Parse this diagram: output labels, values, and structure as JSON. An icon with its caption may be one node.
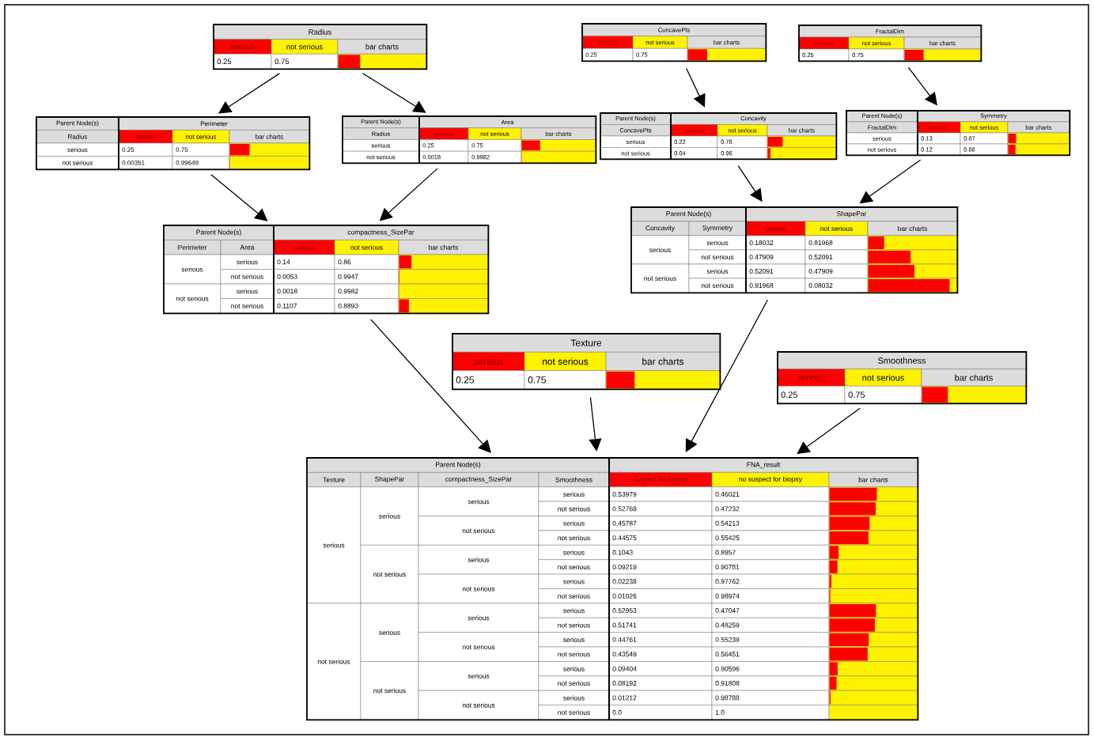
{
  "diagram": {
    "nodes": [
      {
        "text": [
          "Radius",
          "serious",
          "not serious",
          "bar charts",
          "0.25",
          "0.75"
        ]
      },
      {
        "text": [
          "ConcavePts",
          "serious",
          "not serious",
          "bar charts",
          "0.25",
          "0.75"
        ]
      },
      {
        "text": [
          "FractalDim",
          "serious",
          "not serious",
          "bar charts",
          "0.25",
          "0.75"
        ]
      },
      {
        "text": [
          "Parent Node(s)",
          "Perimeter",
          "Radius",
          "serious",
          "not serious",
          "bar charts",
          "serious",
          "0.25",
          "0.75",
          "not serious",
          "0.00351",
          "0.99649"
        ]
      },
      {
        "text": [
          "Parent Node(s)",
          "Area",
          "Radius",
          "serious",
          "not serious",
          "bar charts",
          "serious",
          "0.25",
          "0.75",
          "not serious",
          "0.0018",
          "0.9982"
        ]
      },
      {
        "text": [
          "Parent Node(s)",
          "Concavity",
          "ConcavePts",
          "serious",
          "not serious",
          "bar charts",
          "serious",
          "0.22",
          "0.78",
          "not serious",
          "0.04",
          "0.96"
        ]
      },
      {
        "text": [
          "Parent Node(s)",
          "Symmetry",
          "FractalDim",
          "serious",
          "not serious",
          "bar charts",
          "serious",
          "0.13",
          "0.87",
          "not serious",
          "0.12",
          "0.88"
        ]
      },
      {
        "text": [
          "Parent Node(s)",
          "ShapePar",
          "Concavity",
          "Symmetry",
          "serious",
          "not serious",
          "bar charts",
          "serious",
          "serious",
          "0.18032",
          "0.81968",
          "not serious",
          "0.47909",
          "0.52091",
          "not serious",
          "serious",
          "0.52091",
          "0.47909",
          "not serious",
          "0.91968",
          "0.08032"
        ]
      },
      {
        "text": [
          "Parent Node(s)",
          "compactness_SizePar",
          "Perimeter",
          "Area",
          "serious",
          "not serious",
          "bar charts",
          "serious",
          "serious",
          "0.14",
          "0.86",
          "not serious",
          "0.0053",
          "0.9947",
          "not serious",
          "serious",
          "0.0018",
          "0.9982",
          "not serious",
          "0.1107",
          "0.8893"
        ]
      },
      {
        "text": [
          "Texture",
          "serious",
          "not serious",
          "bar charts",
          "0.25",
          "0.75"
        ]
      },
      {
        "text": [
          "Smoothness",
          "serious",
          "not serious",
          "bar charts",
          "0.25",
          "0.75"
        ]
      },
      {
        "text": [
          "Parent Node(s)",
          "FNA_result",
          "Texture",
          "ShapePar",
          "compactness_SizePar",
          "Smoothness",
          "suspect for biopsy",
          "no suspect for biopsy",
          "bar charts",
          "serious",
          "serious",
          "serious",
          "serious",
          "0.53979",
          "0.46021",
          "not serious",
          "0.52768",
          "0.47232",
          "not serious",
          "serious",
          "0.45787",
          "0.54213",
          "not serious",
          "0.44575",
          "0.55425",
          "not serious",
          "serious",
          "serious",
          "0.1043",
          "0.8957",
          "not serious",
          "0.09219",
          "0.90781",
          "not serious",
          "serious",
          "0.02238",
          "0.97762",
          "not serious",
          "0.01026",
          "0.98974",
          "not serious",
          "serious",
          "serious",
          "serious",
          "0.52953",
          "0.47047",
          "not serious",
          "0.51741",
          "0.48259",
          "not serious",
          "serious",
          "0.44761",
          "0.55239",
          "not serious",
          "0.43549",
          "0.56451",
          "not serious",
          "serious",
          "serious",
          "0.09404",
          "0.90596",
          "not serious",
          "0.08192",
          "0.91808",
          "not serious",
          "serious",
          "0.01212",
          "0.98788",
          "not serious",
          "0.0",
          "1.0"
        ]
      }
    ],
    "edges": [
      {
        "from": 0,
        "to": 3,
        "arrow": "to"
      },
      {
        "from": 0,
        "to": 4,
        "arrow": "to"
      },
      {
        "from": 1,
        "to": 5,
        "arrow": "to"
      },
      {
        "from": 2,
        "to": 6,
        "arrow": "to"
      },
      {
        "from": 3,
        "to": 8,
        "arrow": "to"
      },
      {
        "from": 4,
        "to": 8,
        "arrow": "to"
      },
      {
        "from": 5,
        "to": 7,
        "arrow": "to"
      },
      {
        "from": 6,
        "to": 7,
        "arrow": "to"
      },
      {
        "from": 8,
        "to": 11,
        "arrow": "to"
      },
      {
        "from": 9,
        "to": 11,
        "arrow": "to"
      },
      {
        "from": 7,
        "to": 11,
        "arrow": "to"
      },
      {
        "from": 10,
        "to": 11,
        "arrow": "to"
      }
    ]
  }
}
